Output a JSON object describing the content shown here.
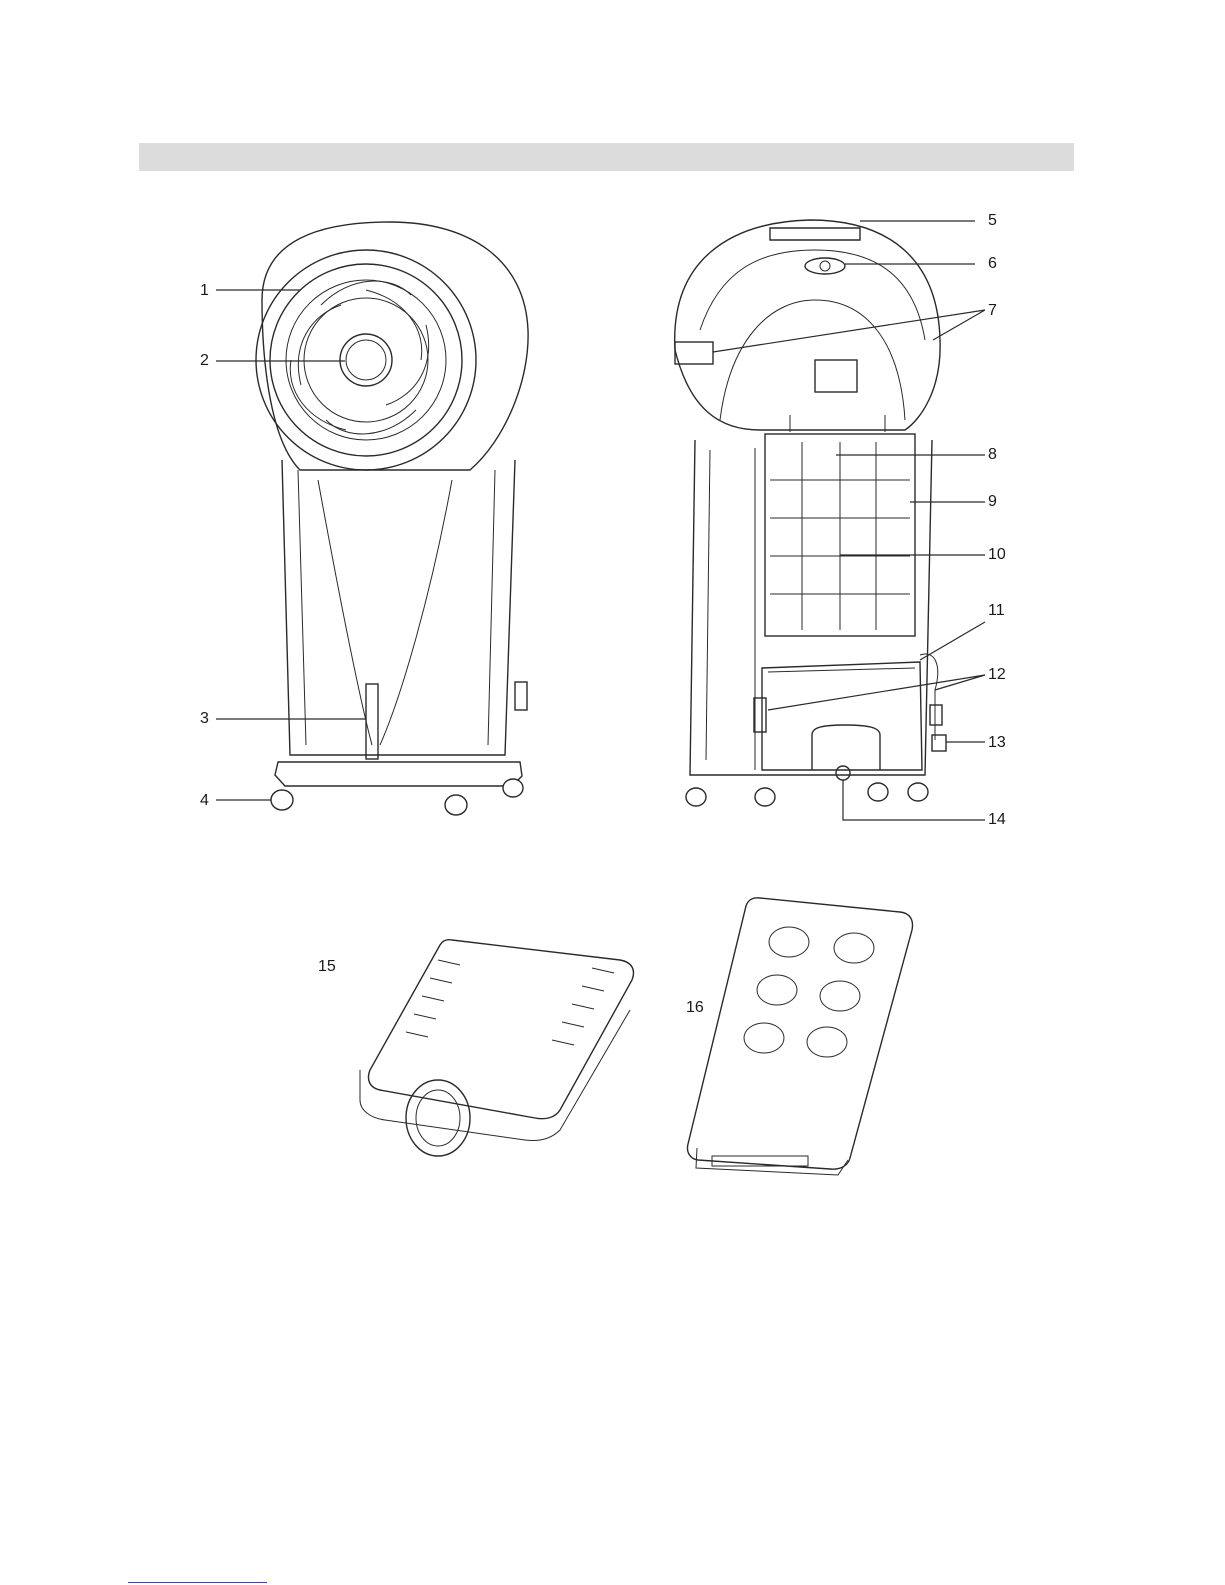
{
  "header_bar": {
    "text": ""
  },
  "callouts": [
    {
      "id": "1",
      "label": "1"
    },
    {
      "id": "2",
      "label": "2"
    },
    {
      "id": "3",
      "label": "3"
    },
    {
      "id": "4",
      "label": "4"
    },
    {
      "id": "5",
      "label": "5"
    },
    {
      "id": "6",
      "label": "6"
    },
    {
      "id": "7",
      "label": "7"
    },
    {
      "id": "8",
      "label": "8"
    },
    {
      "id": "9",
      "label": "9"
    },
    {
      "id": "10",
      "label": "10"
    },
    {
      "id": "11",
      "label": "11"
    },
    {
      "id": "12",
      "label": "12"
    },
    {
      "id": "13",
      "label": "13"
    },
    {
      "id": "14",
      "label": "14"
    },
    {
      "id": "15",
      "label": "15"
    },
    {
      "id": "16",
      "label": "16"
    }
  ]
}
